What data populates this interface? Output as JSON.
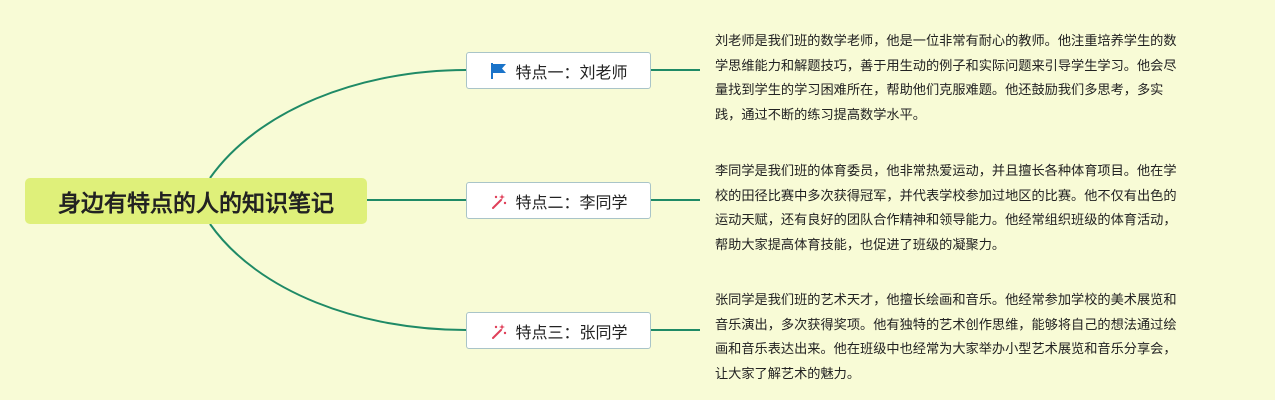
{
  "root": {
    "title": "身边有特点的人的知识笔记"
  },
  "topics": [
    {
      "label": "特点一：刘老师",
      "icon": "flag-icon",
      "note": "刘老师是我们班的数学老师，他是一位非常有耐心的教师。他注重培养学生的数\n学思维能力和解题技巧，善于用生动的例子和实际问题来引导学生学习。他会尽\n量找到学生的学习困难所在，帮助他们克服难题。他还鼓励我们多思考，多实\n践，通过不断的练习提高数学水平。"
    },
    {
      "label": "特点二：李同学",
      "icon": "sparkle-icon",
      "note": "李同学是我们班的体育委员，他非常热爱运动，并且擅长各种体育项目。他在学\n校的田径比赛中多次获得冠军，并代表学校参加过地区的比赛。他不仅有出色的\n运动天赋，还有良好的团队合作精神和领导能力。他经常组织班级的体育活动，\n帮助大家提高体育技能，也促进了班级的凝聚力。"
    },
    {
      "label": "特点三：张同学",
      "icon": "sparkle-icon",
      "note": "张同学是我们班的艺术天才，他擅长绘画和音乐。他经常参加学校的美术展览和\n音乐演出，多次获得奖项。他有独特的艺术创作思维，能够将自己的想法通过绘\n画和音乐表达出来。他在班级中也经常为大家举办小型艺术展览和音乐分享会，\n让大家了解艺术的魅力。"
    }
  ],
  "colors": {
    "background": "#f8fbd6",
    "root": "#dff07a",
    "connector": "#1f8a66",
    "flag": "#1a73c9",
    "sparkle": "#e0405a"
  }
}
